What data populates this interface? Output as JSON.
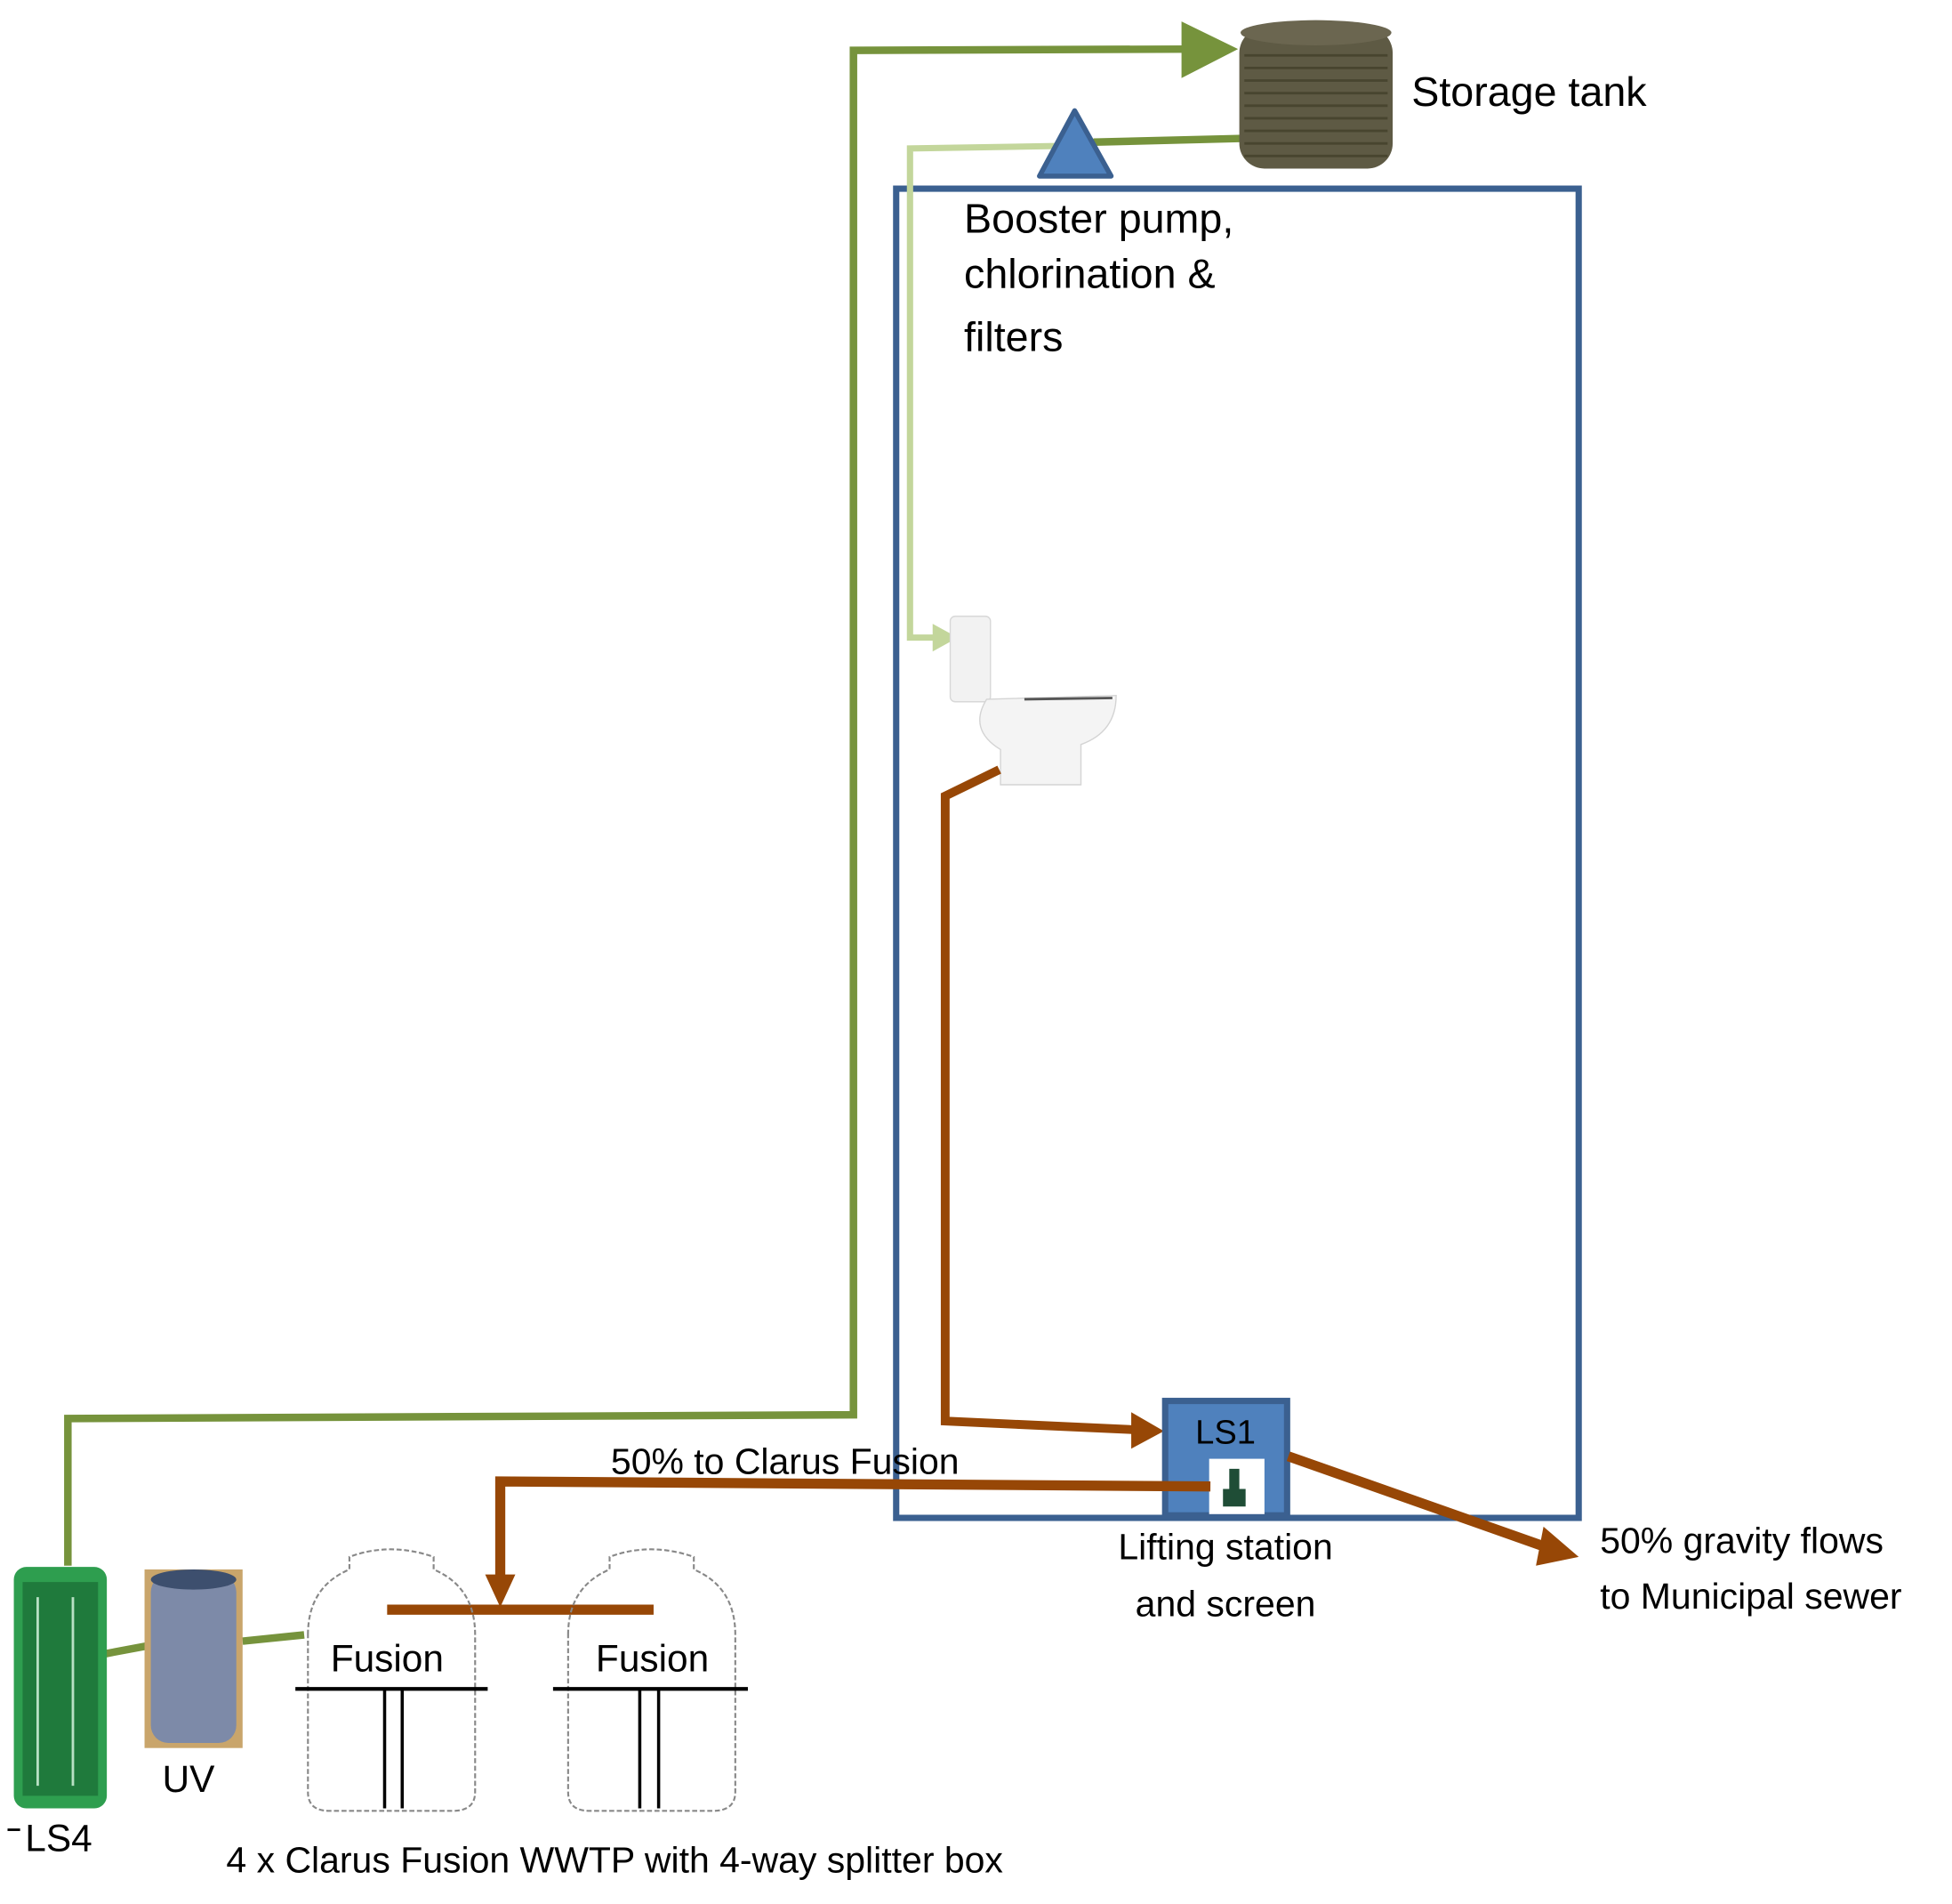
{
  "labels": {
    "storage_tank": "Storage tank",
    "booster_line1": "Booster pump,",
    "booster_line2": "chlorination &",
    "booster_line3": "filters",
    "ls1": "LS1",
    "lifting_line1": "Lifting station",
    "lifting_line2": "and screen",
    "gravity_line1": "50% gravity flows",
    "gravity_line2": "to Municipal sewer",
    "to_clarus": "50% to Clarus Fusion",
    "fusion_1": "Fusion",
    "fusion_2": "Fusion",
    "uv": "UV",
    "ls4": "LS4",
    "caption": "4 x Clarus Fusion WWTP with 4-way splitter box"
  },
  "colors": {
    "treated_water_line": "#76933c",
    "reuse_supply_line": "#c3d69b",
    "wastewater_line": "#974706",
    "building_outline": "#3b6090",
    "pump_fill": "#4f81bd"
  }
}
